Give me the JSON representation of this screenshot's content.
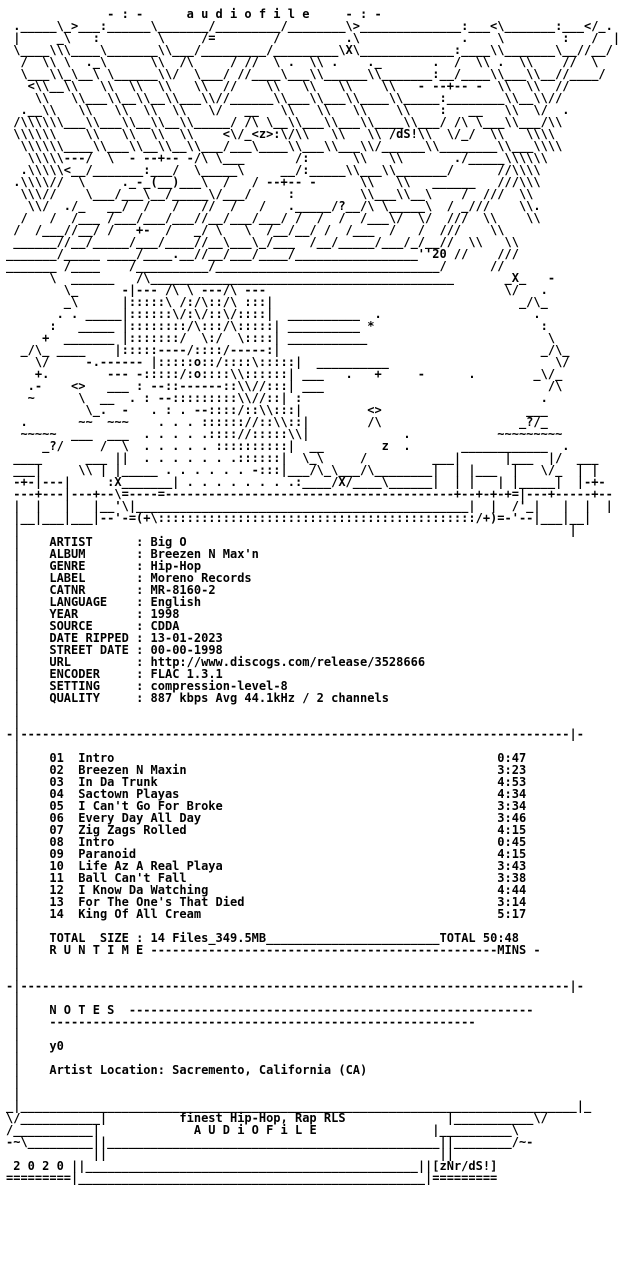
{
  "header": {
    "brand": "a u d i o f i l e",
    "group_tag": "dS!",
    "year_tag": "'20"
  },
  "info": {
    "artist": {
      "label": "ARTIST",
      "value": "Big O"
    },
    "album": {
      "label": "ALBUM",
      "value": "Breezen N Max'n"
    },
    "genre": {
      "label": "GENRE",
      "value": "Hip-Hop"
    },
    "record_label": {
      "label": "LABEL",
      "value": "Moreno Records"
    },
    "catnr": {
      "label": "CATNR",
      "value": "MR-8160-2"
    },
    "language": {
      "label": "LANGUAGE",
      "value": "English"
    },
    "year": {
      "label": "YEAR",
      "value": "1998"
    },
    "source": {
      "label": "SOURCE",
      "value": "CDDA"
    },
    "date_ripped": {
      "label": "DATE RIPPED",
      "value": "13-01-2023"
    },
    "street_date": {
      "label": "STREET DATE",
      "value": "00-00-1998"
    },
    "url": {
      "label": "URL",
      "value": "http://www.discogs.com/release/3528666"
    },
    "encoder": {
      "label": "ENCODER",
      "value": "FLAC 1.3.1"
    },
    "setting": {
      "label": "SETTING",
      "value": "compression-level-8"
    },
    "quality": {
      "label": "QUALITY",
      "value": "887 kbps Avg 44.1kHz / 2 channels"
    }
  },
  "tracks": [
    {
      "num": "01",
      "title": "Intro",
      "time": "0:47"
    },
    {
      "num": "02",
      "title": "Breezen N Maxin",
      "time": "3:23"
    },
    {
      "num": "03",
      "title": "In Da Trunk",
      "time": "4:53"
    },
    {
      "num": "04",
      "title": "Sactown Playas",
      "time": "4:34"
    },
    {
      "num": "05",
      "title": "I Can't Go For Broke",
      "time": "3:34"
    },
    {
      "num": "06",
      "title": "Every Day All Day",
      "time": "3:46"
    },
    {
      "num": "07",
      "title": "Zig Zags Rolled",
      "time": "4:15"
    },
    {
      "num": "08",
      "title": "Intro",
      "time": "0:45"
    },
    {
      "num": "09",
      "title": "Paranoid",
      "time": "4:15"
    },
    {
      "num": "10",
      "title": "Life Az A Real Playa",
      "time": "3:43"
    },
    {
      "num": "11",
      "title": "Ball Can't Fall",
      "time": "3:38"
    },
    {
      "num": "12",
      "title": "I Know Da Watching",
      "time": "4:44"
    },
    {
      "num": "13",
      "title": "For The One's That Died",
      "time": "3:14"
    },
    {
      "num": "14",
      "title": "King Of All Cream",
      "time": "5:17"
    }
  ],
  "totals": {
    "size_label": "TOTAL  SIZE",
    "size_value": "14 Files_349.5MB",
    "total_label": "TOTAL",
    "total_value": "50:48",
    "runtime_label": "R U N T I M E",
    "mins_label": "MINS"
  },
  "notes": {
    "heading": "N O T E S",
    "line1": "y0",
    "line2": "Artist Location: Sacremento, California (CA)"
  },
  "footer": {
    "tagline": "finest Hip-Hop, Rap RLS",
    "brand": "A U D i O F i L E",
    "year": "2 0 2 0",
    "credit": "[zNr/dS!]"
  }
}
